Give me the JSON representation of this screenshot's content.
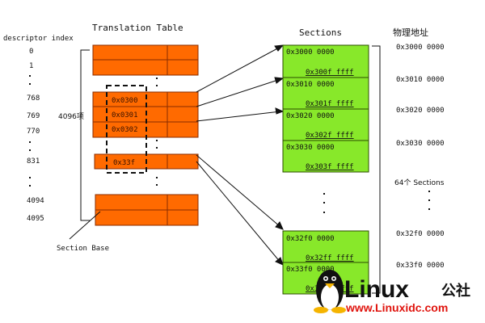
{
  "descriptor_header": "descriptor index",
  "table_title": "Translation Table",
  "sections_title": "Sections",
  "physical_title": "物理地址",
  "index_labels": [
    "0",
    "1",
    "768",
    "769",
    "770",
    "831",
    "4094",
    "4095"
  ],
  "table_side_label": "4096项",
  "table_cells": [
    "0x0300",
    "0x0301",
    "0x0302",
    "0x33f"
  ],
  "section_base_label": "Section Base",
  "sections": [
    {
      "start": "0x3000 0000",
      "end": "0x300f ffff"
    },
    {
      "start": "0x3010 0000",
      "end": "0x301f ffff"
    },
    {
      "start": "0x3020 0000",
      "end": "0x302f ffff"
    },
    {
      "start": "0x3030 0000",
      "end": "0x303f ffff"
    },
    {
      "start": "0x32f0 0000",
      "end": "0x32ff ffff"
    },
    {
      "start": "0x33f0 0000",
      "end": "0x33ff ffff"
    }
  ],
  "physical_addresses": [
    "0x3000 0000",
    "0x3010 0000",
    "0x3020 0000",
    "0x3030 0000",
    "0x32f0 0000",
    "0x33f0 0000"
  ],
  "count_label": "64个 Sections",
  "watermark": {
    "brand": "Linux",
    "brand_suffix": "公社",
    "url": "www.Linuxidc.com"
  },
  "colors": {
    "table_entry": "#ff6a00",
    "section_block": "#88e82a",
    "text": "#111111",
    "watermark_red": "#e0140e"
  }
}
